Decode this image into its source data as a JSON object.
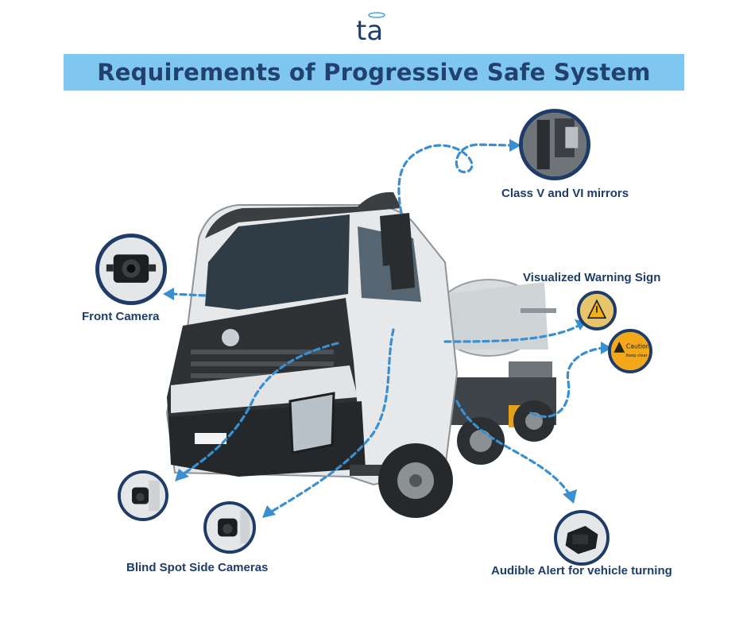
{
  "header": {
    "logo_text": "ta",
    "title": "Requirements of Progressive Safe System"
  },
  "callouts": {
    "mirrors": "Class V and VI mirrors",
    "front_camera": "Front Camera",
    "warning_sign": "Visualized Warning Sign",
    "side_cameras": "Blind Spot Side Cameras",
    "audible_alert": "Audible Alert for vehicle turning"
  },
  "sign_text": {
    "caution": "Caution",
    "keep_clear": "Keep clear"
  },
  "colors": {
    "title_bg": "#7fc7f0",
    "title_text": "#22416f",
    "circle_border": "#1f3c68",
    "arrow": "#3a8fd0"
  }
}
